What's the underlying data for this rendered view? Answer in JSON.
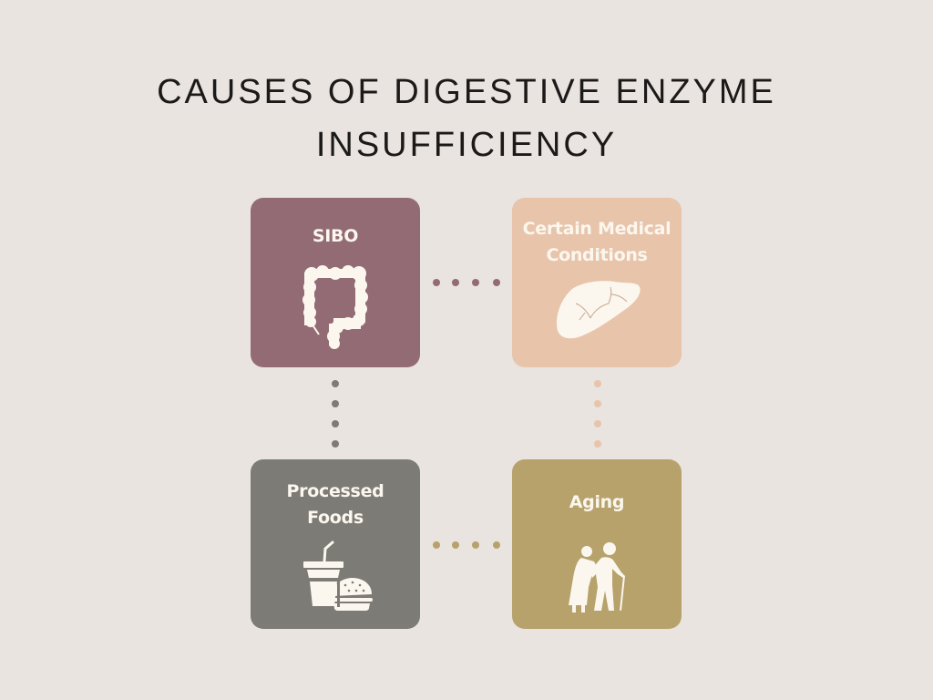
{
  "title": {
    "line1": "CAUSES OF DIGESTIVE ENZYME",
    "line2": "INSUFFICIENCY"
  },
  "colors": {
    "background": "#e9e4df",
    "sibo": "#936b74",
    "medical": "#e8c4ab",
    "processed": "#7d7b75",
    "aging": "#b7a26c",
    "icon_fill": "#fbf7ef"
  },
  "cards": [
    {
      "id": "sibo",
      "label": "SIBO",
      "icon": "colon-icon"
    },
    {
      "id": "medical",
      "label_line1": "Certain Medical",
      "label_line2": "Conditions",
      "icon": "liver-icon"
    },
    {
      "id": "processed",
      "label_line1": "Processed",
      "label_line2": "Foods",
      "icon": "fast-food-icon"
    },
    {
      "id": "aging",
      "label": "Aging",
      "icon": "elderly-couple-icon"
    }
  ],
  "connectors": [
    {
      "from": "SIBO",
      "to": "Certain Medical Conditions",
      "style": "dotted",
      "dots": 4
    },
    {
      "from": "SIBO",
      "to": "Processed Foods",
      "style": "dotted",
      "dots": 4
    },
    {
      "from": "Certain Medical Conditions",
      "to": "Aging",
      "style": "dotted",
      "dots": 4
    },
    {
      "from": "Processed Foods",
      "to": "Aging",
      "style": "dotted",
      "dots": 4
    }
  ]
}
